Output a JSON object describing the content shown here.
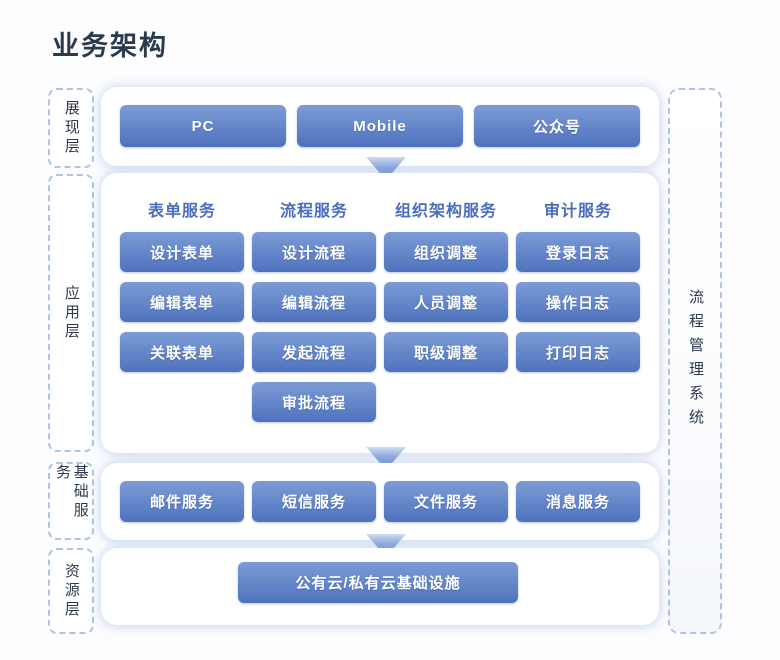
{
  "title": "业务架构",
  "left_rail": [
    {
      "label": "展现层",
      "name": "presentation-layer"
    },
    {
      "label": "应用层",
      "name": "application-layer"
    },
    {
      "label": "基础服务",
      "name": "basic-service-layer"
    },
    {
      "label": "资源层",
      "name": "resource-layer"
    }
  ],
  "right_rail": {
    "label": "流程管理系统",
    "name": "process-management-system"
  },
  "presentation": {
    "items": [
      "PC",
      "Mobile",
      "公众号"
    ]
  },
  "application": {
    "columns": [
      {
        "header": "表单服务",
        "items": [
          "设计表单",
          "编辑表单",
          "关联表单"
        ]
      },
      {
        "header": "流程服务",
        "items": [
          "设计流程",
          "编辑流程",
          "发起流程",
          "审批流程"
        ]
      },
      {
        "header": "组织架构服务",
        "items": [
          "组织调整",
          "人员调整",
          "职级调整"
        ]
      },
      {
        "header": "审计服务",
        "items": [
          "登录日志",
          "操作日志",
          "打印日志"
        ]
      }
    ]
  },
  "basic_services": {
    "items": [
      "邮件服务",
      "短信服务",
      "文件服务",
      "消息服务"
    ]
  },
  "resource": {
    "items": [
      "公有云/私有云基础设施"
    ]
  },
  "colors": {
    "button_top": "#7d9cd6",
    "button_bottom": "#4f72be",
    "header_text": "#4a6dbe",
    "title_text": "#2b3a4d",
    "dashed_border": "#aec4e2",
    "arrow": "#5b7fc7",
    "background": "#fdfdff"
  },
  "arrows": [
    {
      "name": "arrow-presentation-to-application"
    },
    {
      "name": "arrow-application-to-basic"
    },
    {
      "name": "arrow-basic-to-resource"
    }
  ]
}
